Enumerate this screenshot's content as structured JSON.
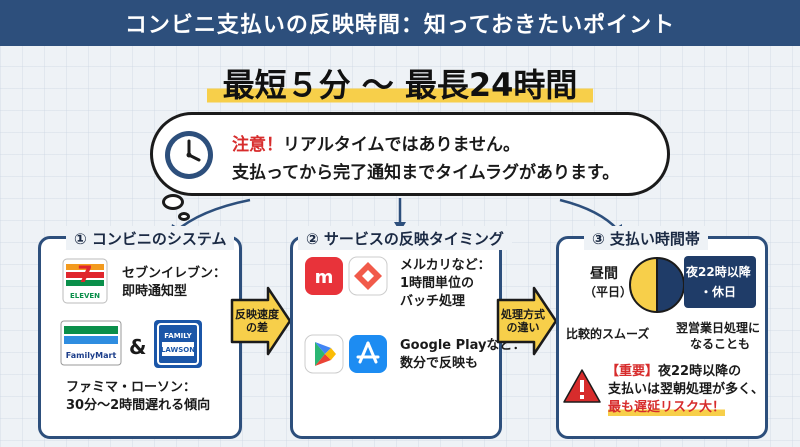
{
  "banner": {
    "title": "コンビニ支払いの反映時間：知っておきたいポイント"
  },
  "headline": {
    "text": "最短５分 〜 最長24時間"
  },
  "notice": {
    "warn": "注意！",
    "line1_rest": "リアルタイムではありません。",
    "line2": "支払ってから完了通知までタイムラグがあります。"
  },
  "panels": {
    "convenience": {
      "title": "① コンビニのシステム",
      "seven_label": "ELEVEN",
      "seven_text1": "セブンイレブン：",
      "seven_text2": "即時通知型",
      "familymart_label": "FamilyMart",
      "amp": "&",
      "lawson_label1": "FAMILY",
      "lawson_label2": "LAWSON",
      "fm_text1": "ファミマ・ローソン：",
      "fm_text2": "30分〜2時間遅れる傾向"
    },
    "service": {
      "title": "② サービスの反映タイミング",
      "mercari_text1": "メルカリなど：",
      "mercari_text2": "1時間単位の",
      "mercari_text3": "バッチ処理",
      "google_text1": "Google Playなど：",
      "google_text2": "数分で反映も"
    },
    "time": {
      "title": "③ 支払い時間帯",
      "day_label1": "昼間",
      "day_label2": "（平日）",
      "night_label1": "夜22時以降",
      "night_label2": "・休日",
      "smooth": "比較的スムーズ",
      "next_day1": "翌営業日処理に",
      "next_day2": "なることも",
      "important_tag": "【重要】",
      "important1": "夜22時以降の",
      "important2": "支払いは翌朝処理が多く、",
      "important3": "最も遅延リスク大！"
    }
  },
  "arrows": {
    "first1": "反映速度",
    "first2": "の差",
    "second1": "処理方式",
    "second2": "の違い"
  },
  "colors": {
    "navy": "#2d4f7c",
    "yellow": "#f7cf4a",
    "red": "#d72c2c"
  }
}
